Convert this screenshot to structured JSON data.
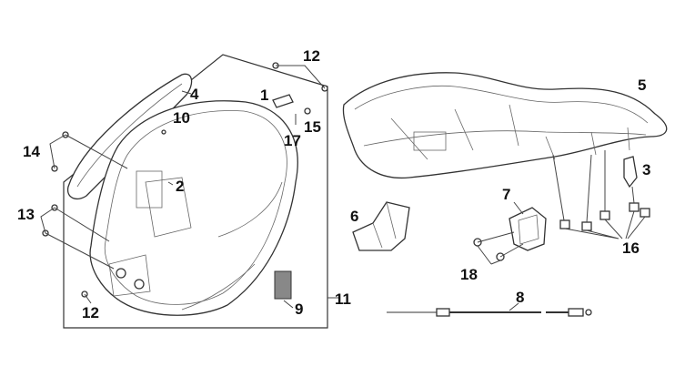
{
  "diagram": {
    "callouts": [
      {
        "id": "c12a",
        "text": "12"
      },
      {
        "id": "c1",
        "text": "1"
      },
      {
        "id": "c4",
        "text": "4"
      },
      {
        "id": "c10",
        "text": "10"
      },
      {
        "id": "c15",
        "text": "15"
      },
      {
        "id": "c17",
        "text": "17"
      },
      {
        "id": "c14",
        "text": "14"
      },
      {
        "id": "c2",
        "text": "2"
      },
      {
        "id": "c13",
        "text": "13"
      },
      {
        "id": "c12b",
        "text": "12"
      },
      {
        "id": "c9",
        "text": "9"
      },
      {
        "id": "c11",
        "text": "11"
      },
      {
        "id": "c5",
        "text": "5"
      },
      {
        "id": "c3",
        "text": "3"
      },
      {
        "id": "c6",
        "text": "6"
      },
      {
        "id": "c7",
        "text": "7"
      },
      {
        "id": "c16",
        "text": "16"
      },
      {
        "id": "c18",
        "text": "18"
      },
      {
        "id": "c8",
        "text": "8"
      }
    ]
  }
}
